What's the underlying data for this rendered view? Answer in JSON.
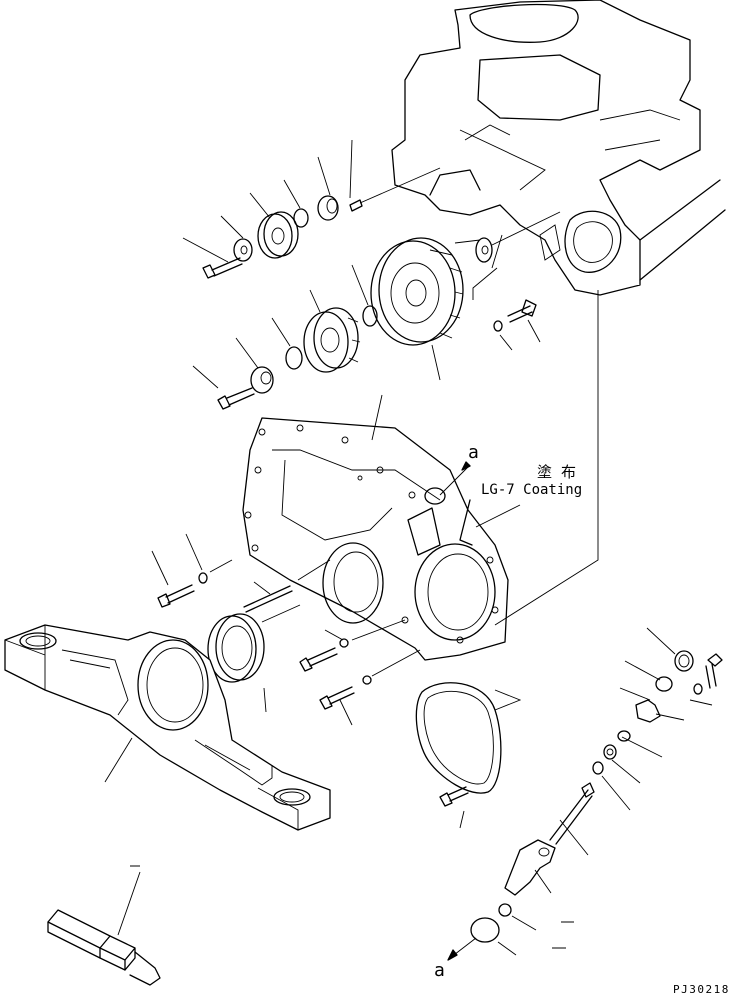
{
  "labels": {
    "callout_a_top": "a",
    "coating_jp": "塗 布",
    "coating_en": "LG-7 Coating",
    "callout_a_bottom": "a",
    "drawing_number": "PJ30218"
  }
}
